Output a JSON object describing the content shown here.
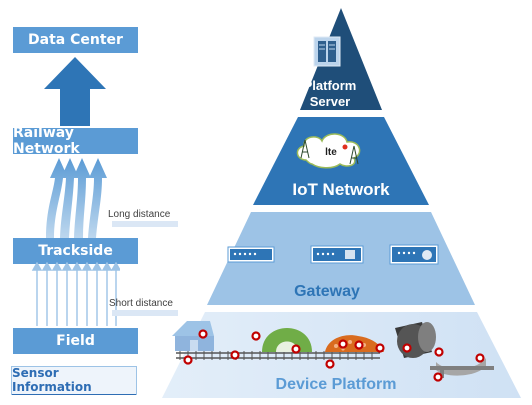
{
  "left": {
    "data_center": "Data Center",
    "railway_network": "Railway Network",
    "trackside": "Trackside",
    "field": "Field",
    "sensor_information": "Sensor Information",
    "long_distance": "Long distance",
    "short_distance": "Short distance"
  },
  "pyramid": {
    "platform_server_line1": "Platform",
    "platform_server_line2": "Server",
    "iot_network": "IoT Network",
    "lte_badge": "lte",
    "gateway": "Gateway",
    "device_platform": "Device Platform"
  },
  "colors": {
    "box_blue": "#5b9bd5",
    "tier1": "#1f4e79",
    "tier2": "#2e75b6",
    "tier3": "#9dc3e6",
    "tier4": "#ddebf7",
    "sensor_dot": "#c00000"
  }
}
